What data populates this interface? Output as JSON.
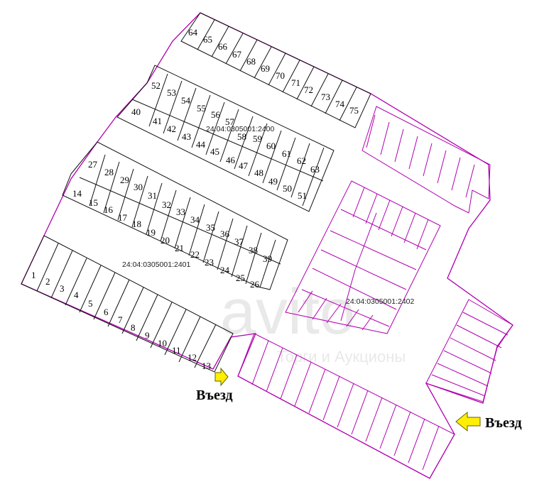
{
  "map": {
    "plot_numbers": [
      "1",
      "2",
      "3",
      "4",
      "5",
      "6",
      "7",
      "8",
      "9",
      "10",
      "11",
      "12",
      "13",
      "14",
      "15",
      "16",
      "17",
      "18",
      "19",
      "20",
      "21",
      "22",
      "23",
      "24",
      "25",
      "26",
      "27",
      "28",
      "29",
      "30",
      "31",
      "32",
      "33",
      "34",
      "35",
      "36",
      "37",
      "38",
      "39",
      "40",
      "41",
      "42",
      "43",
      "44",
      "45",
      "46",
      "47",
      "48",
      "49",
      "50",
      "51",
      "52",
      "53",
      "54",
      "55",
      "56",
      "57",
      "58",
      "59",
      "60",
      "61",
      "62",
      "63",
      "64",
      "65",
      "66",
      "67",
      "68",
      "69",
      "70",
      "71",
      "72",
      "73",
      "74",
      "75"
    ],
    "cadastral": {
      "north": "24:04:0305001:2400",
      "west": "24:04:0305001:2401",
      "east": "24:04:0305001:2402"
    },
    "entrances": {
      "left": "Въезд",
      "right": "Въезд"
    },
    "watermark": {
      "main": "avito",
      "sub": "Торги и Аукционы"
    },
    "colors": {
      "boundary": "#b000b0",
      "plot_lines": "#111111",
      "arrow": "#ffef00"
    }
  }
}
